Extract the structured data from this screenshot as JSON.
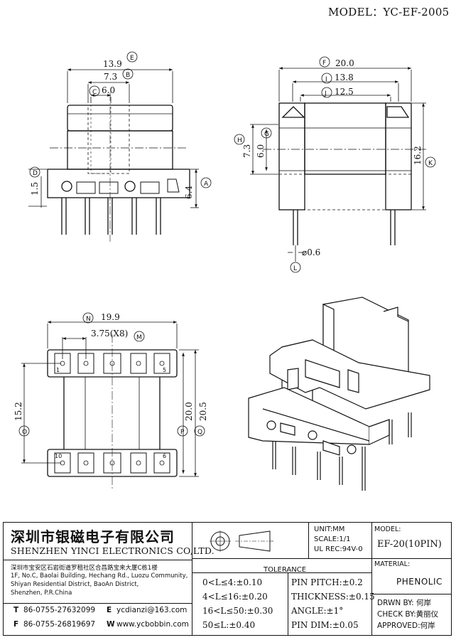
{
  "header": {
    "model": "MODEL：YC-EF-2005"
  },
  "front_view": {
    "dim_e": "13.9",
    "ref_e": "E",
    "dim_b": "7.3",
    "ref_b": "B",
    "dim_c": "6.0",
    "ref_c": "C",
    "dim_d": "1.5",
    "ref_d": "D",
    "dim_a": "6.4",
    "ref_a": "A"
  },
  "side_view": {
    "dim_f": "20.0",
    "ref_f": "F",
    "dim_i": "13.8",
    "ref_i": "I",
    "dim_j": "12.5",
    "ref_j": "J",
    "dim_h": "7.3",
    "ref_h": "H",
    "dim_g": "6.0",
    "ref_g": "G",
    "dim_k": "16.2",
    "ref_k": "K",
    "dim_l": "⌀0.6",
    "ref_l": "L"
  },
  "bottom_view": {
    "dim_n": "19.9",
    "ref_n": "N",
    "dim_m": "3.75(X8)",
    "ref_m": "M",
    "dim_o": "15.2",
    "ref_o": "O",
    "dim_p": "20.0",
    "ref_p": "P",
    "dim_q": "20.5",
    "ref_q": "Q",
    "pin1": "1",
    "pin5": "5",
    "pin6": "6",
    "pin10": "10"
  },
  "title_block": {
    "company_cn": "深圳市银磁电子有限公司",
    "company_en": "SHENZHEN YINCI ELECTRONICS CO,LTD.",
    "address_lines": [
      "深圳市宝安区石岩街道罗租社区合昌路宝来大厦C栋1楼",
      "1F, No.C, Baolai Building, Hechang Rd., Luozu Community,",
      "Shiyan Residential District, BaoAn District,",
      "Shenzhen, P.R.China"
    ],
    "tel_label": "T",
    "tel": "86-0755-27632099",
    "fax_label": "F",
    "fax": "86-0755-26819697",
    "email_label": "E",
    "email": "ycdianzi@163.com",
    "web_label": "W",
    "web": "www.ycbobbin.com",
    "unit": "UNIT:MM",
    "scale": "SCALE:1/1",
    "ul": "UL REC:94V-0",
    "tolerance_title": "TOLERANCE",
    "tolerances": [
      "0<L≤4:±0.10",
      "4<L≤16:±0.20",
      "16<L≤50:±0.30",
      "50≤L:±0.40"
    ],
    "pin_tolerances": [
      "PIN PITCH:±0.2",
      "THICKNESS:±0.15",
      "ANGLE:±1°",
      "PIN DIM:±0.05"
    ],
    "model_label": "MODEL:",
    "model_value": "EF-20(10PIN)",
    "material_label": "MATERIAL:",
    "material_value": "PHENOLIC",
    "drawn_by": "DRWN BY: 何岸",
    "checked_by": "CHECK BY:黄丽仪",
    "approved_by": "APPROVED:何岸"
  }
}
